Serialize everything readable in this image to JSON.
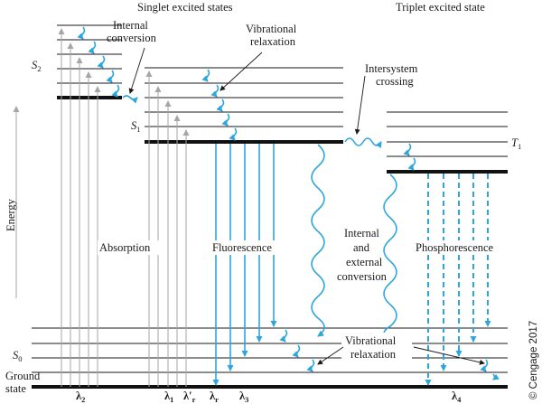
{
  "headings": {
    "singlet": "Singlet excited states",
    "triplet": "Triplet excited state"
  },
  "labels": {
    "internal_conversion": [
      "Internal",
      "conversion"
    ],
    "vibrational_relaxation_top": [
      "Vibrational",
      "relaxation"
    ],
    "intersystem_crossing": [
      "Intersystem",
      "crossing"
    ],
    "energy": "Energy",
    "absorption": "Absorption",
    "fluorescence": "Fluorescence",
    "internal_external_conversion": [
      "Internal",
      "and",
      "external",
      "conversion"
    ],
    "phosphorescence": "Phosphorescence",
    "vibrational_relaxation_bottom": [
      "Vibrational",
      "relaxation"
    ],
    "ground_state": [
      "Ground",
      "state"
    ]
  },
  "states": {
    "s2": {
      "main": "S",
      "sub": "2"
    },
    "s1": {
      "main": "S",
      "sub": "1"
    },
    "s0": {
      "main": "S",
      "sub": "0"
    },
    "t1": {
      "main": "T",
      "sub": "1"
    }
  },
  "wavelengths": {
    "lambda2": {
      "main": "λ",
      "sub": "2"
    },
    "lambda1": {
      "main": "λ",
      "sub": "1"
    },
    "lambda_r_prime": {
      "main": "λ′",
      "sub": "r"
    },
    "lambda_r": {
      "main": "λ",
      "sub": "r"
    },
    "lambda3": {
      "main": "λ",
      "sub": "3"
    },
    "lambda4": {
      "main": "λ",
      "sub": "4"
    }
  },
  "copyright": "© Cengage 2017",
  "colors": {
    "emission": "#2ea6dc",
    "absorption": "#a6a6a6",
    "level": "#1a1a1a"
  }
}
